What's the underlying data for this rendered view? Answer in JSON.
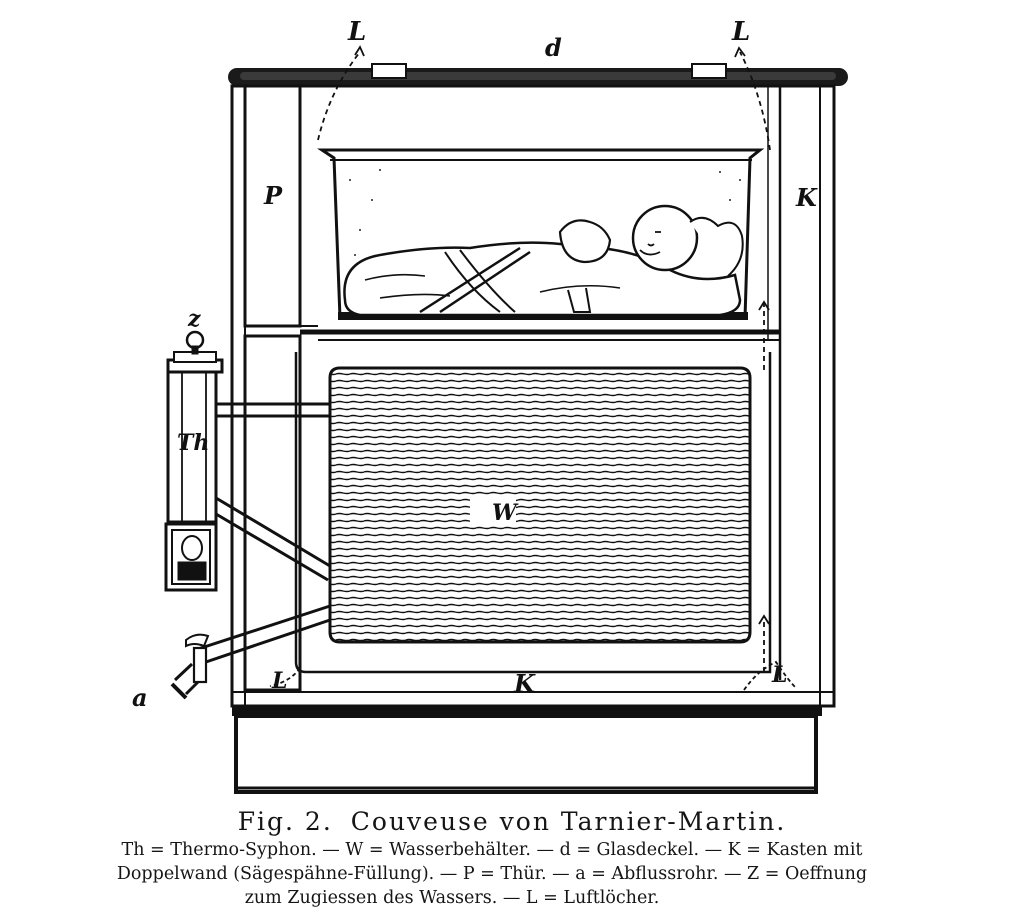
{
  "labels": {
    "L_left": "L",
    "d": "d",
    "L_right": "L",
    "P": "P",
    "K_upper": "K",
    "z": "z",
    "Th": "Th",
    "W": "W",
    "a": "a",
    "K_lower": "K",
    "L_bottom_left": "L",
    "L_bottom_right": "L"
  },
  "caption": {
    "fig_number": "Fig. 2.",
    "title": "Couveuse von Tarnier-Martin.",
    "line1": "Th = Thermo-Syphon. — W = Wasserbehälter. — d = Glasdeckel. — K = Kasten mit",
    "line2": "Doppelwand (Sägespähne-Füllung). — P = Thür. — a = Abflussrohr. — Z = Oeffnung",
    "line3": "zum Zugiessen des Wassers. — L = Luftlöcher."
  }
}
